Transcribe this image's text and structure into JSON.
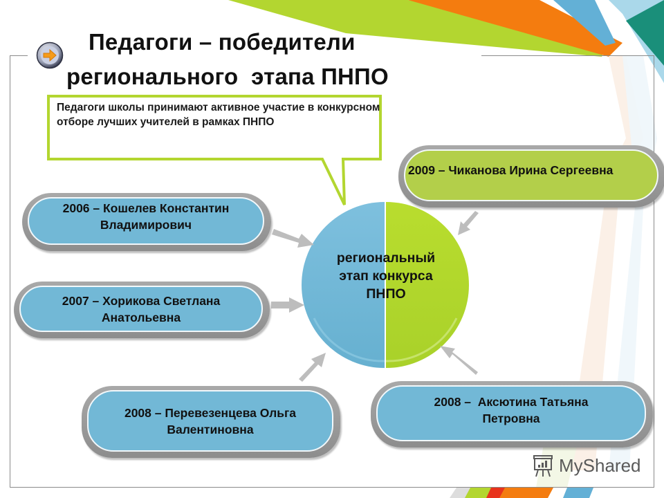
{
  "slide": {
    "title_line1": "Педагоги – победители",
    "title_line2": "регионального  этапа ПНПО",
    "nav_icon": "arrow-right-circle-icon",
    "callout": "Педагоги школы принимают активное участие в конкурсном отборе лучших учителей в рамках ПНПО",
    "center": {
      "line1": "региональный",
      "line2": "этап конкурса",
      "line3": "ПНПО"
    },
    "winners": [
      {
        "year": "2006",
        "line1": "2006 – Кошелев Константин",
        "line2": "Владимирович",
        "color": "#72b8d6"
      },
      {
        "year": "2007",
        "line1": "2007 – Хорикова Светлана",
        "line2": "Анатольевна",
        "color": "#72b8d6"
      },
      {
        "year": "2008",
        "line1": "2008 – Перевезенцева Ольга",
        "line2": "Валентиновна",
        "color": "#72b8d6"
      },
      {
        "year": "2008",
        "line1": "2008 –  Аксютина Татьяна",
        "line2": "Петровна",
        "color": "#72b8d6"
      },
      {
        "year": "2009",
        "line1": "2009 – Чиканова Ирина Сергеевна",
        "line2": "",
        "color": "#b3cf4a"
      }
    ],
    "watermark": "MyShared"
  },
  "colors": {
    "blue": "#72b8d6",
    "green": "#b3cf4a",
    "orange": "#f47c0f",
    "teal": "#1a8f7a",
    "arrow_gray": "#bdbdbd"
  }
}
